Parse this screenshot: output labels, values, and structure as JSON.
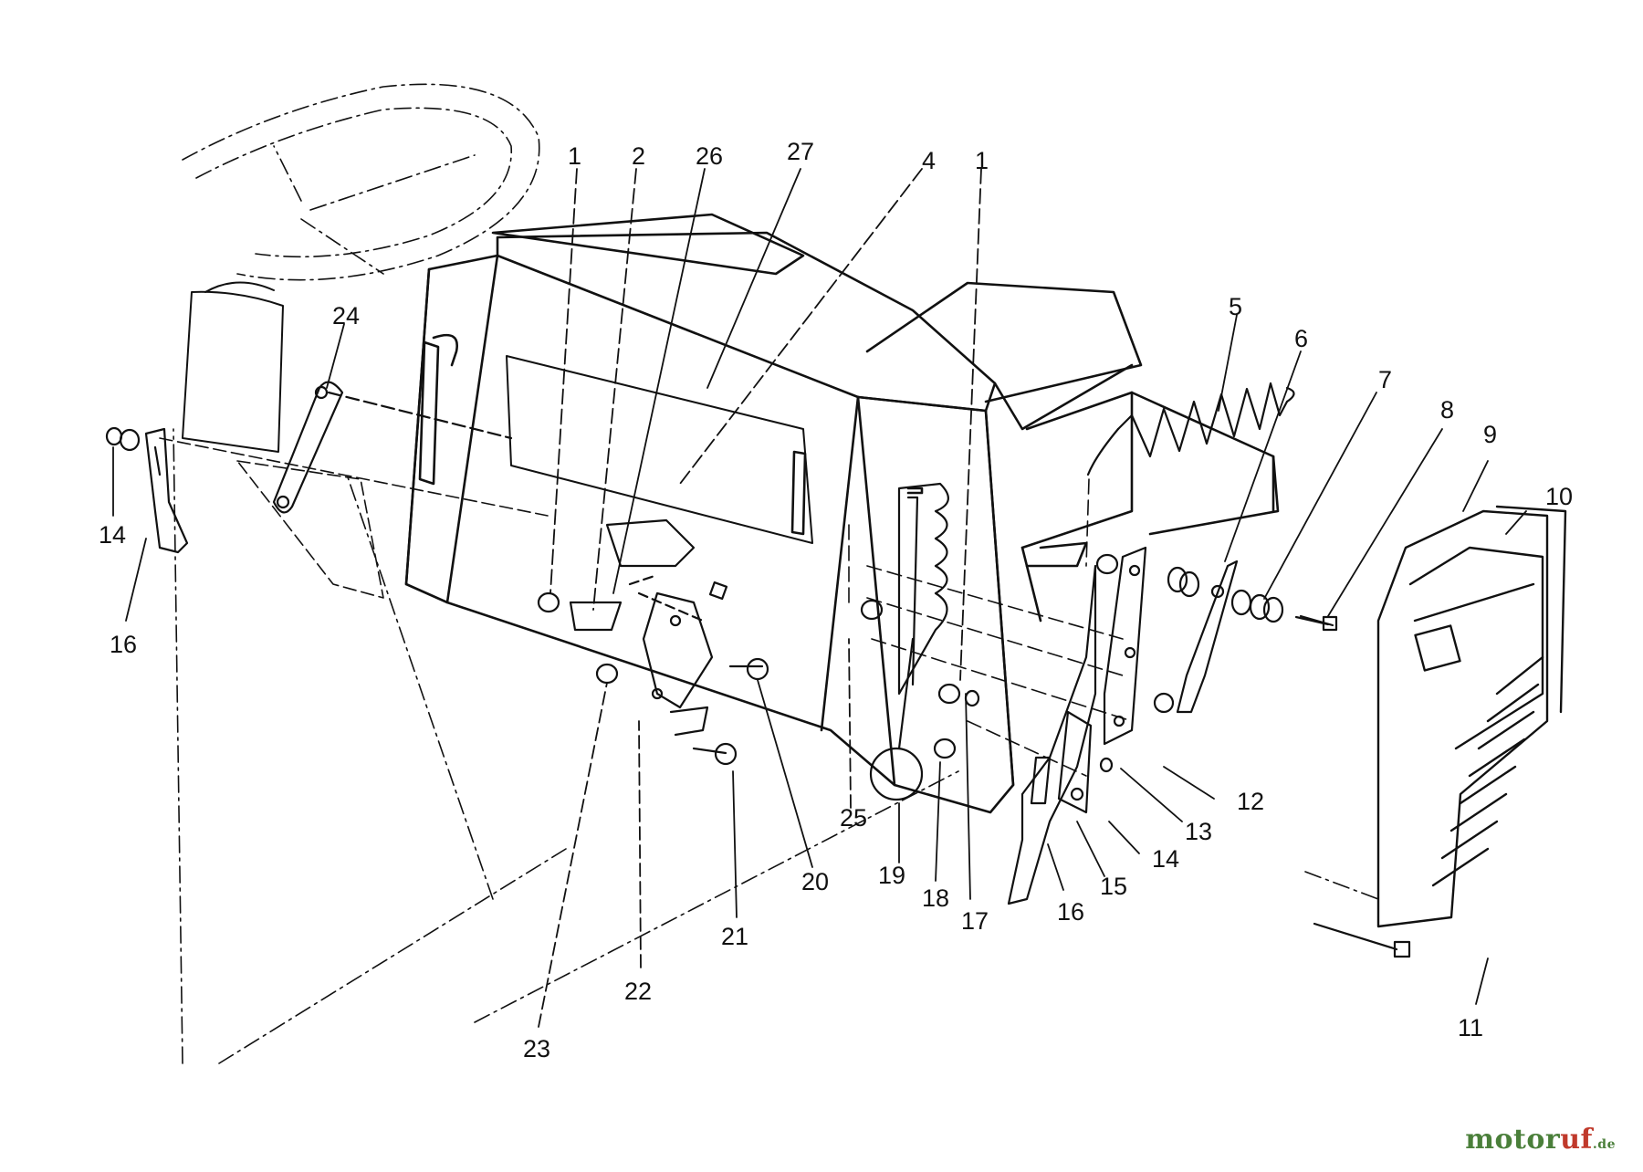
{
  "diagram": {
    "callouts": [
      "1",
      "2",
      "26",
      "27",
      "4",
      "1",
      "5",
      "6",
      "7",
      "8",
      "9",
      "10",
      "24",
      "14",
      "16",
      "25",
      "19",
      "18",
      "17",
      "12",
      "13",
      "14",
      "15",
      "16",
      "20",
      "21",
      "22",
      "23",
      "11"
    ]
  },
  "watermark": {
    "part_a": "motor",
    "part_b": "uf",
    "part_c": ".de"
  },
  "colors": {
    "line": "#111111",
    "background": "#ffffff",
    "watermark_green": "#4a7f3a",
    "watermark_red": "#c0392b"
  }
}
